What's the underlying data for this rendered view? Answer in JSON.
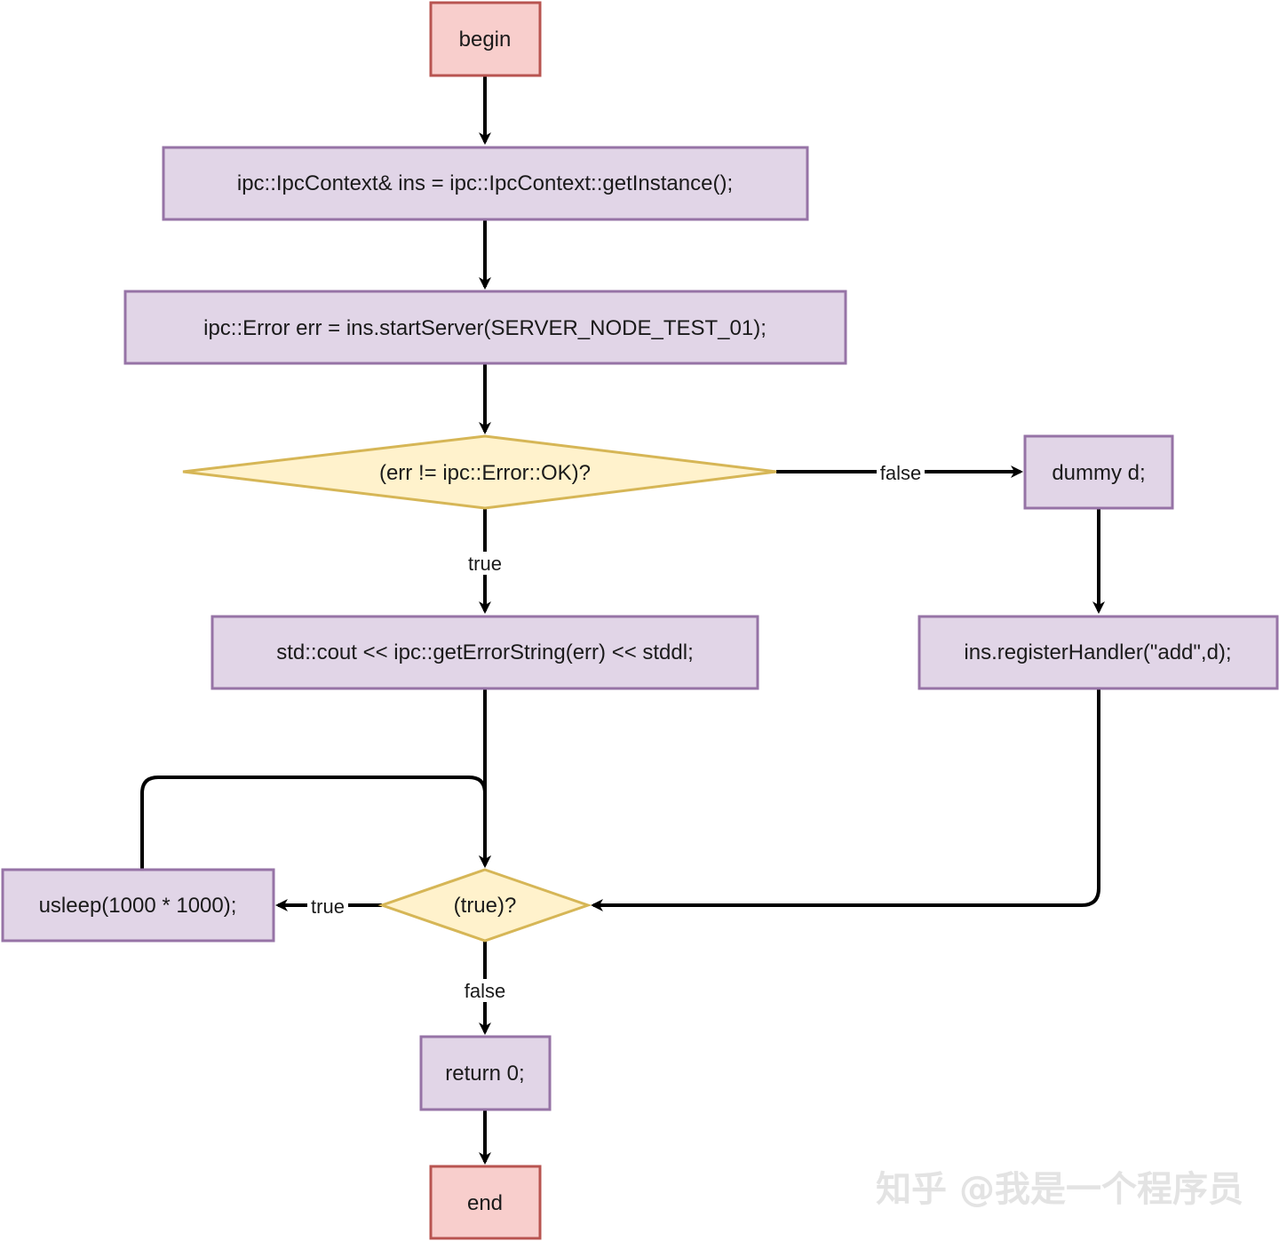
{
  "colors": {
    "terminal_fill": "#f8cecc",
    "terminal_stroke": "#b85450",
    "process_fill": "#e1d5e7",
    "process_stroke": "#9673a6",
    "decision_fill": "#fff2cc",
    "decision_stroke": "#d6b656",
    "edge": "#000000"
  },
  "nodes": {
    "begin": "begin",
    "get_instance": "ipc::IpcContext& ins = ipc::IpcContext::getInstance();",
    "start_server": "ipc::Error err = ins.startServer(SERVER_NODE_TEST_01);",
    "err_check": "(err != ipc::Error::OK)?",
    "dummy": "dummy d;",
    "print_error": "std::cout << ipc::getErrorString(err) << stddl;",
    "register_handler": "ins.registerHandler(\"add\",d);",
    "loop_check": "(true)?",
    "usleep": "usleep(1000 * 1000);",
    "return": "return 0;",
    "end": "end"
  },
  "edge_labels": {
    "err_false": "false",
    "err_true": "true",
    "loop_true": "true",
    "loop_false": "false"
  },
  "watermark": "知乎 @我是一个程序员"
}
